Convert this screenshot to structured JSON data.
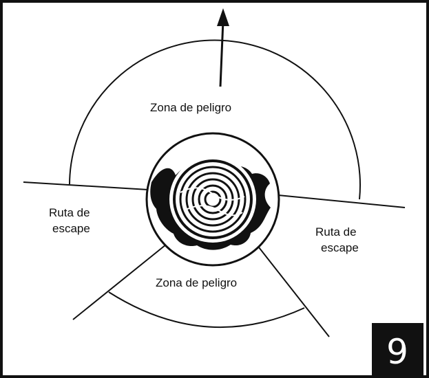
{
  "figure": {
    "labels": {
      "top_zone": "Zona de peligro",
      "bottom_zone": "Zona de peligro",
      "left_route_line1": "Ruta de",
      "left_route_line2": "escape",
      "right_route_line1": "Ruta de",
      "right_route_line2": "escape"
    },
    "page_number": "9"
  },
  "colors": {
    "stroke": "#111111",
    "background": "#ffffff",
    "badge": "#111111",
    "badge_text": "#ffffff"
  },
  "icons": {
    "felling_direction": "arrow-up-icon",
    "stump": "tree-stump-icon"
  }
}
